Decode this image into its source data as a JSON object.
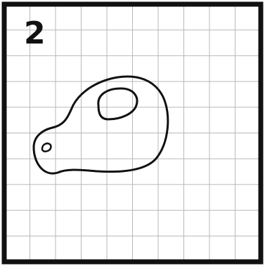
{
  "step": {
    "number": "2"
  },
  "colors": {
    "background": "#ffffff",
    "grid_line": "#b8b8b8",
    "border": "#111111",
    "ink": "#111111"
  },
  "grid": {
    "columns": 10,
    "rows": 10
  },
  "drawing": {
    "subject": "head-outline-with-eye-and-nostril",
    "elements": [
      "head-outline",
      "eye",
      "nostril"
    ]
  }
}
